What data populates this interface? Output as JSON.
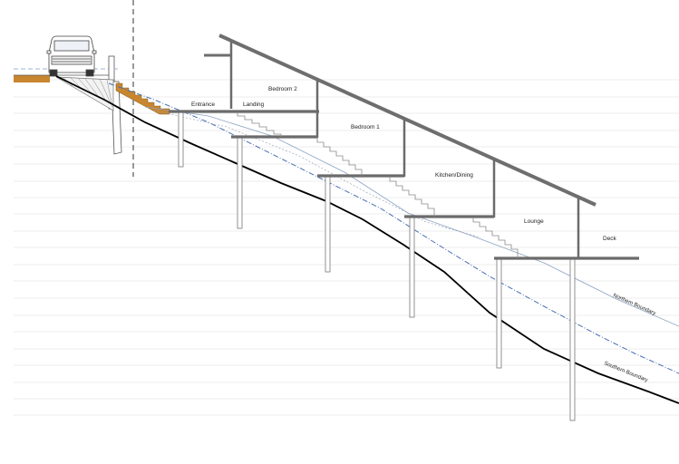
{
  "drawing": {
    "rooms": {
      "entrance": "Entrance",
      "landing": "Landing",
      "bedroom2": "Bedroom 2",
      "bedroom1": "Bedroom 1",
      "kitchen": "Kitchen/Dining",
      "lounge": "Lounge",
      "deck": "Deck"
    },
    "boundaries": {
      "northern": "Northern Boundary",
      "southern": "Southern Boundary"
    },
    "colors": {
      "structure": "#6b6b6b",
      "roof": "#6e6e6e",
      "timber_stairs": "#c8862f",
      "ground_southern": "#000000",
      "northern_boundary": "#4a6fb3",
      "guide_lines": "#e6e6e6",
      "hatch": "#888888"
    }
  }
}
